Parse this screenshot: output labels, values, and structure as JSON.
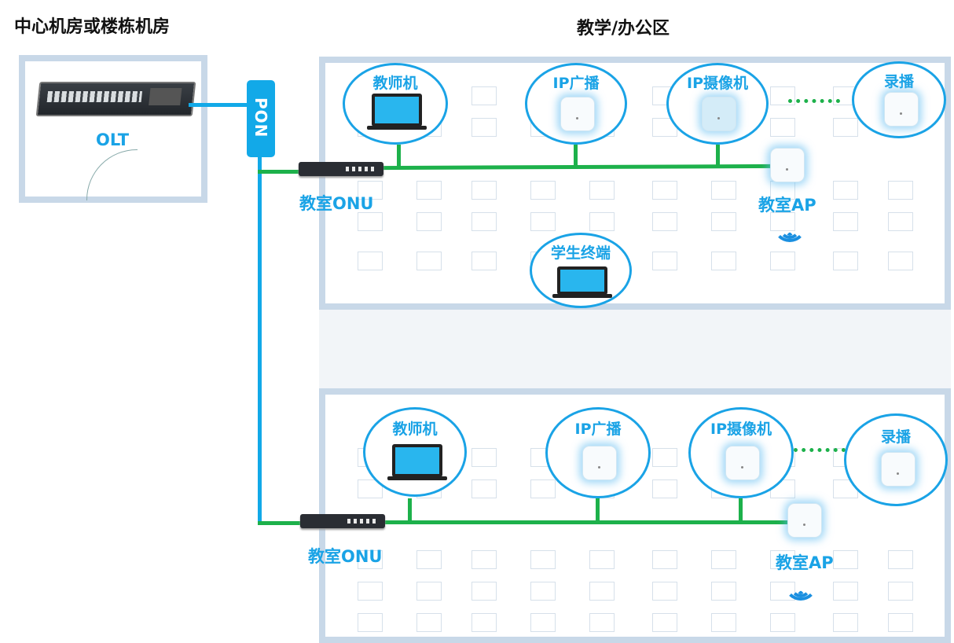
{
  "left_title": "中心机房或楼栋机房",
  "right_title": "教学/办公区",
  "olt_label": "OLT",
  "pon_label": "PON",
  "colors": {
    "fiber": "#12a9e8",
    "copper": "#1db14b",
    "accent": "#1aa3e6"
  },
  "top_room": {
    "onu_label": "教室ONU",
    "ap_label": "教室AP",
    "devices": {
      "teacher": "教师机",
      "broadcast": "IP广播",
      "camera": "IP摄像机",
      "recording": "录播",
      "student": "学生终端"
    }
  },
  "bottom_room": {
    "onu_label": "教室ONU",
    "ap_label": "教室AP",
    "devices": {
      "teacher": "教师机",
      "broadcast": "IP广播",
      "camera": "IP摄像机",
      "recording": "录播"
    }
  }
}
